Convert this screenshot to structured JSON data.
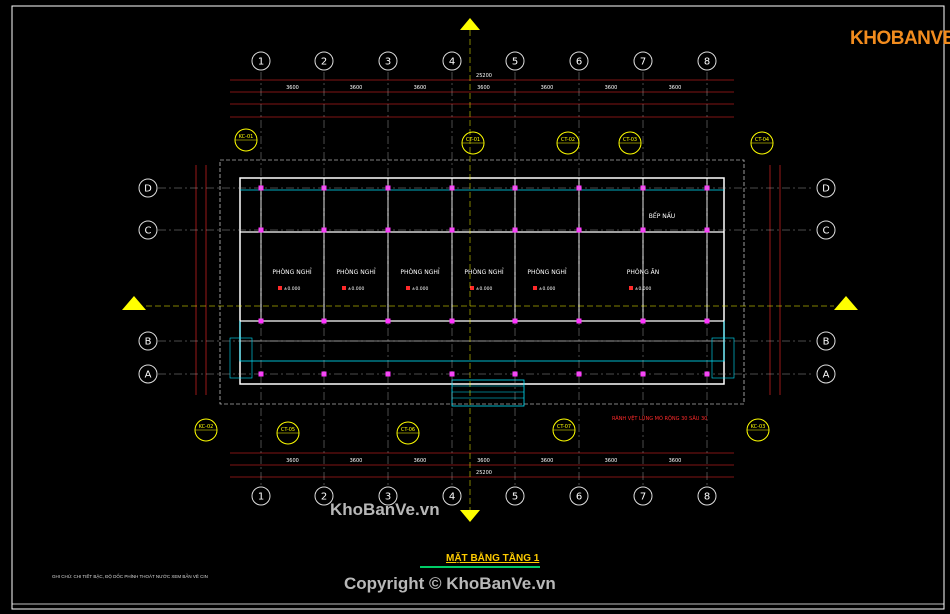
{
  "drawing_title": "MẶT BẰNG TẦNG 1",
  "note": "GHI CHÚ: CHI TIẾT BẬC, ĐỘ DỐC PHÍNH THOÁT NƯỚC XEM BẢN VẼ CIN",
  "logo_text": "KHOBANVE",
  "watermark": "KhoBanVe.vn",
  "copyright": "Copyright © KhoBanVe.vn",
  "axes_numbers": [
    "1",
    "2",
    "3",
    "4",
    "5",
    "6",
    "7",
    "8"
  ],
  "axes_letters": [
    "D",
    "C",
    "B",
    "A"
  ],
  "rooms": [
    {
      "label": "PHÒNG NGHỈ",
      "level": "±0.000"
    },
    {
      "label": "PHÒNG NGHỈ",
      "level": "±0.000"
    },
    {
      "label": "PHÒNG NGHỈ",
      "level": "±0.000"
    },
    {
      "label": "PHÒNG NGHỈ",
      "level": "±0.000"
    },
    {
      "label": "PHÒNG NGHỈ",
      "level": "±0.000"
    },
    {
      "label": "PHÒNG ĂN",
      "level": "±0.000"
    }
  ],
  "kitchen_label": "BẾP NẤU",
  "total_dim": "25200",
  "bay_dims": [
    "3600",
    "3600",
    "3600",
    "3600",
    "3600",
    "3600",
    "3600"
  ],
  "bottom_dims": [
    "3600",
    "3600",
    "3600",
    "3600",
    "3600",
    "3600",
    "3600"
  ],
  "section_tags": [
    "KC-01",
    "CT-01",
    "CT-02",
    "CT-03",
    "CT-04",
    "KC-02",
    "CT-05",
    "CT-06",
    "CT-07",
    "KC-03"
  ],
  "annotation": "RÃNH VỆT LŨNG MÓ RỘNG 30 SÂU 30",
  "colors": {
    "bg": "#000000",
    "dim": "#ff2a2a",
    "wall": "#ffffff",
    "grid": "#cccccc",
    "tag": "#ffff00",
    "cyan": "#00e5ff",
    "magenta": "#ff33ff",
    "green": "#33ff66"
  }
}
